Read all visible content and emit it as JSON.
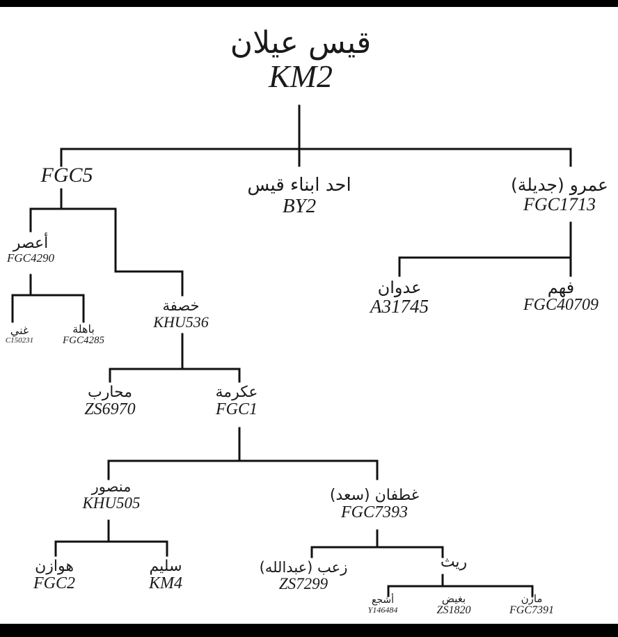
{
  "tree": {
    "root": {
      "name": "قيس عيلان",
      "haplogroup": "KM2"
    },
    "fgc5": {
      "haplogroup": "FGC5"
    },
    "qays_son": {
      "name": "احد ابناء قيس",
      "haplogroup": "BY2"
    },
    "amr": {
      "name": "عمرو (جديلة)",
      "haplogroup": "FGC1713"
    },
    "asur": {
      "name": "أعصر",
      "haplogroup": "FGC4290"
    },
    "ghani": {
      "name": "غني",
      "haplogroup": "C150231"
    },
    "bahila": {
      "name": "باهلة",
      "haplogroup": "FGC4285"
    },
    "khasafa": {
      "name": "خصفة",
      "haplogroup": "KHU536"
    },
    "muharib": {
      "name": "محارب",
      "haplogroup": "ZS6970"
    },
    "ikrima": {
      "name": "عكرمة",
      "haplogroup": "FGC1"
    },
    "mansour": {
      "name": "منصور",
      "haplogroup": "KHU505"
    },
    "ghatafan": {
      "name": "غطفان (سعد)",
      "haplogroup": "FGC7393"
    },
    "hawazin": {
      "name": "هوازن",
      "haplogroup": "FGC2"
    },
    "sulaym": {
      "name": "سليم",
      "haplogroup": "KM4"
    },
    "zab": {
      "name": "زعب (عبدالله)",
      "haplogroup": "ZS7299"
    },
    "rayth": {
      "name": "ريث"
    },
    "ashja": {
      "name": "أشجع",
      "haplogroup": "Y146484"
    },
    "baghidh": {
      "name": "بغيض",
      "haplogroup": "ZS1820"
    },
    "mazin": {
      "name": "مازن",
      "haplogroup": "FGC7391"
    },
    "adwan": {
      "name": "عدوان",
      "haplogroup": "A31745"
    },
    "fahm": {
      "name": "فهم",
      "haplogroup": "FGC40709"
    }
  }
}
